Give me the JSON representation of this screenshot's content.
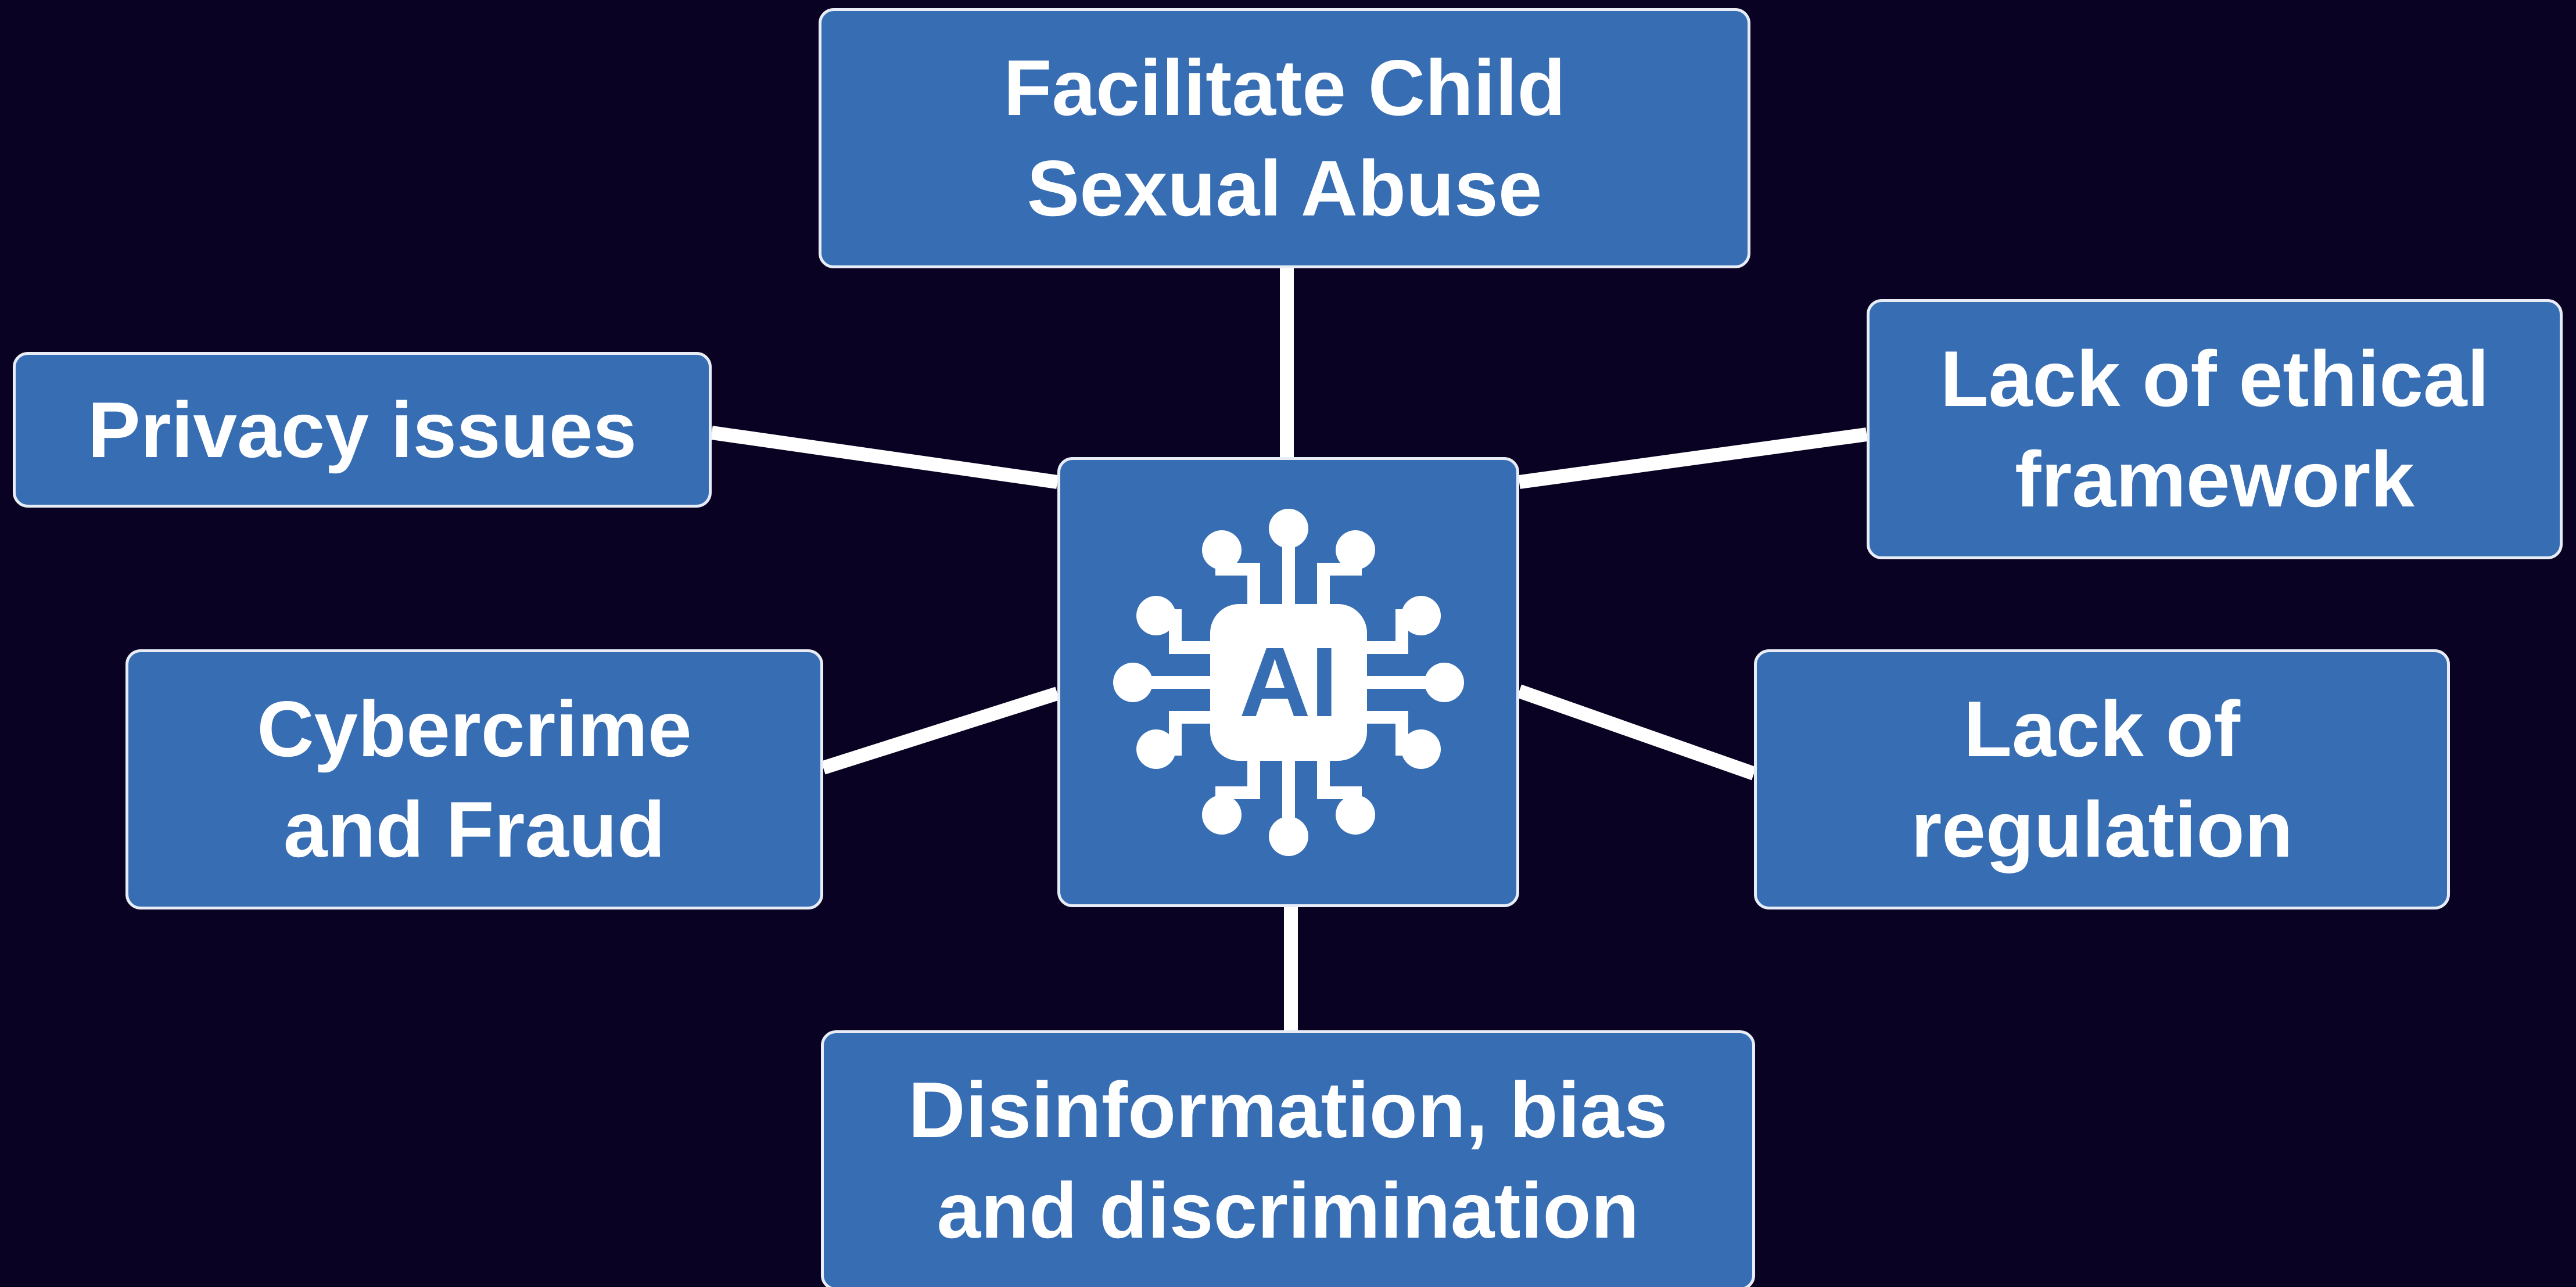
{
  "diagram": {
    "center": {
      "icon": "ai-chip-icon",
      "label": "AI"
    },
    "nodes": {
      "top": {
        "line1": "Facilitate Child",
        "line2": "Sexual Abuse"
      },
      "left_upper": {
        "line1": "Privacy issues"
      },
      "right_upper": {
        "line1": "Lack of ethical",
        "line2": "framework"
      },
      "left_lower": {
        "line1": "Cybercrime",
        "line2": "and Fraud"
      },
      "right_lower": {
        "line1": "Lack of",
        "line2": "regulation"
      },
      "bottom": {
        "line1": "Disinformation, bias",
        "line2": "and discrimination"
      }
    },
    "colors": {
      "background": "#0a0222",
      "box_fill": "#376db2",
      "box_border": "#e7ecf6",
      "text": "#ffffff",
      "connector": "#ffffff"
    }
  }
}
